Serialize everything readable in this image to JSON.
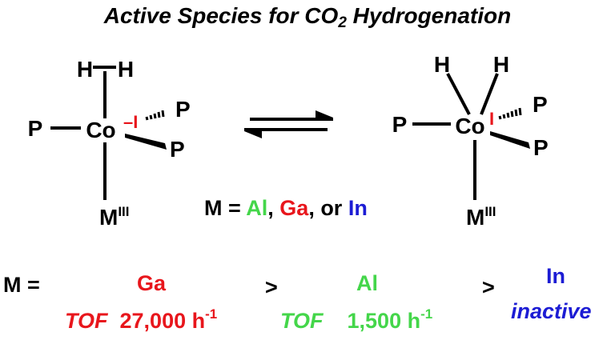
{
  "title": {
    "prefix": "Active Species for CO",
    "subscript": "2",
    "suffix": " Hydrogenation"
  },
  "left_complex": {
    "h_left": "H",
    "h_right": "H",
    "metal": "Co",
    "charge": "–I",
    "p_left": "P",
    "p_upper_right": "P",
    "p_lower_right": "P",
    "m_label": "M",
    "m_ox": "III"
  },
  "right_complex": {
    "h_left": "H",
    "h_right": "H",
    "metal": "Co",
    "charge": "I",
    "p_left": "P",
    "p_upper_right": "P",
    "p_lower_right": "P",
    "m_label": "M",
    "m_ox": "III"
  },
  "metal_definition": {
    "prefix": "M = ",
    "al": "Al",
    "sep1": ", ",
    "ga": "Ga",
    "sep2": ", or ",
    "in": "In"
  },
  "comparison": {
    "lead": "M =",
    "ga": "Ga",
    "gt1": ">",
    "al": "Al",
    "gt2": ">",
    "in": "In",
    "tof_label": "TOF",
    "ga_tof": "27,000 h",
    "al_tof": "1,500 h",
    "unit_exp": "-1",
    "in_status": "inactive"
  },
  "colors": {
    "al": "#44d64a",
    "ga": "#e8161c",
    "in": "#1c1cd4",
    "charge": "#e8161c"
  }
}
